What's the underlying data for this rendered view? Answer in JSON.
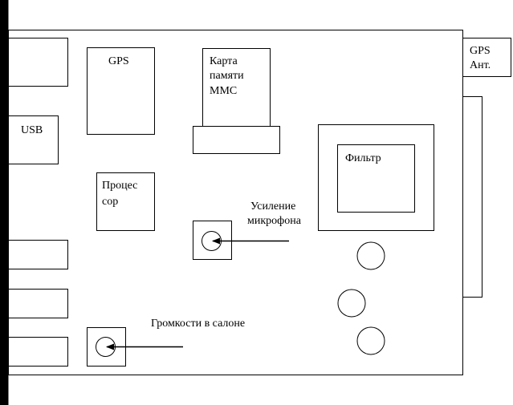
{
  "labels": {
    "gps_ant_line1": "GPS",
    "gps_ant_line2": "Ант.",
    "gps": "GPS",
    "card_line1": "Карта",
    "card_line2": "памяти",
    "card_line3": "MMC",
    "usb": "USB",
    "processor_line1": "Процес",
    "processor_line2": "сор",
    "filter": "Фильтр",
    "mic_gain_line1": "Усиление",
    "mic_gain_line2": "микрофона",
    "cabin_volume": "Громкости в салоне"
  },
  "colors": {
    "line": "#000000",
    "background": "#ffffff"
  }
}
